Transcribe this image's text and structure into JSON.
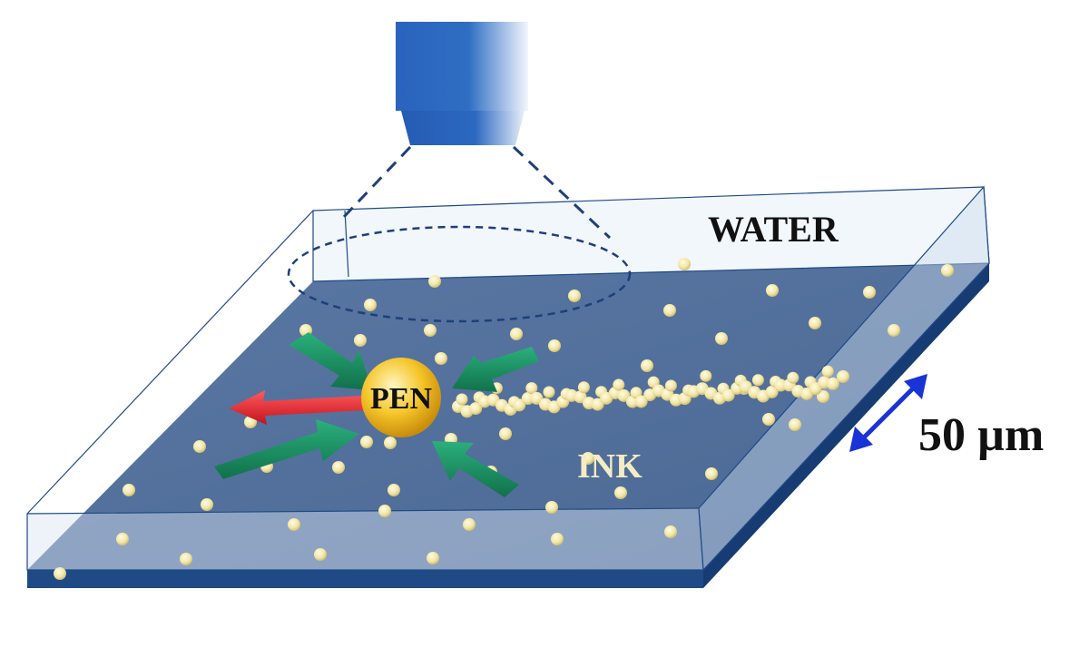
{
  "labels": {
    "water": "WATER",
    "ink": "INK",
    "pen": "PEN",
    "scale": "50 µm"
  },
  "colors": {
    "ink_layer": "#4f6e9b",
    "water_layer": "#dfe9f6",
    "particle": "#f2e6a6",
    "pen": "#f3c326",
    "push_arrow": "#1e9a6a",
    "motion_arrow": "#e8262f",
    "objective": "#2f6ec3",
    "scale_arrow": "#1a33d6"
  },
  "icons": {
    "objective": "microscope-objective-icon",
    "motion": "arrow-left-icon",
    "scale": "double-arrow-icon"
  }
}
